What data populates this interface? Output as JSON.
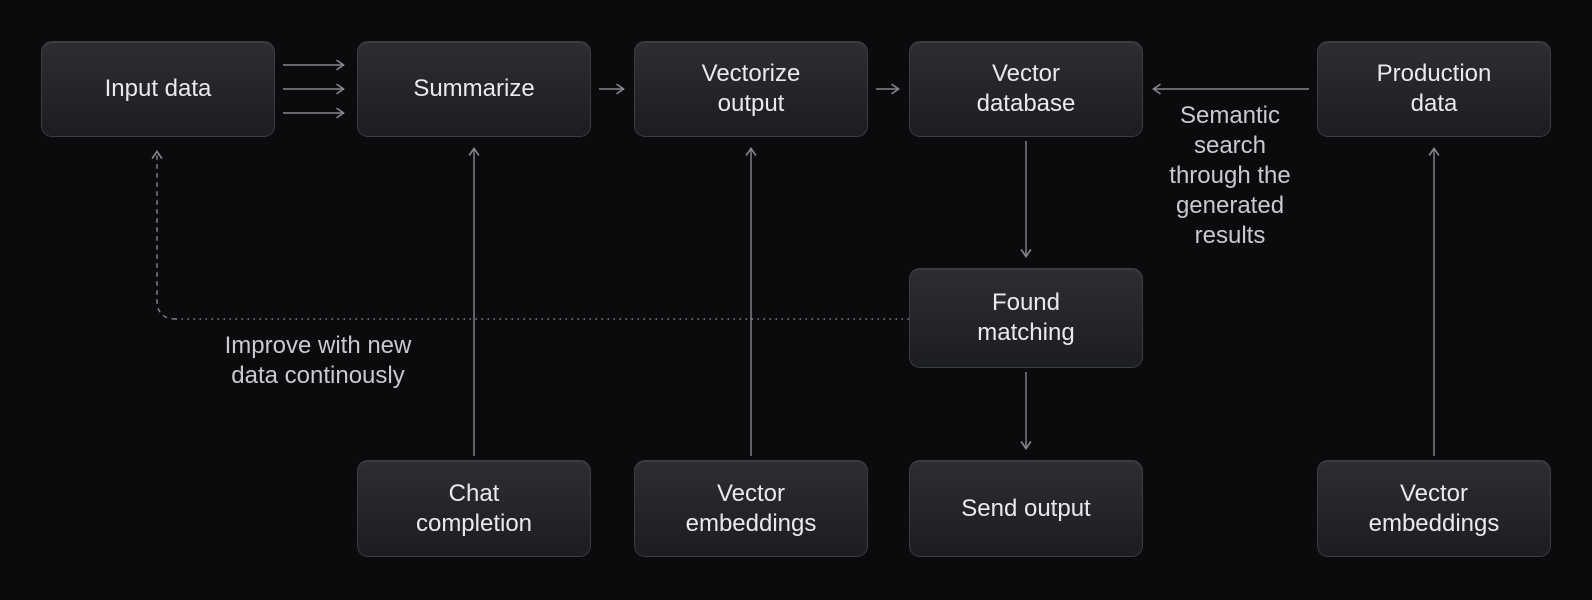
{
  "nodes": {
    "input_data": {
      "label": "Input data"
    },
    "summarize": {
      "label": "Summarize"
    },
    "vectorize_output": {
      "label": "Vectorize\noutput"
    },
    "vector_database": {
      "label": "Vector\ndatabase"
    },
    "production_data": {
      "label": "Production\ndata"
    },
    "found_matching": {
      "label": "Found\nmatching"
    },
    "chat_completion": {
      "label": "Chat\ncompletion"
    },
    "vector_embeddings_left": {
      "label": "Vector\nembeddings"
    },
    "send_output": {
      "label": "Send output"
    },
    "vector_embeddings_right": {
      "label": "Vector\nembeddings"
    }
  },
  "annotations": {
    "semantic_search": "Semantic\nsearch\nthrough the\ngenerated\nresults",
    "improve": "Improve with new\ndata continously"
  },
  "edges": [
    {
      "from": "input_data",
      "to": "summarize",
      "style": "triple-solid"
    },
    {
      "from": "summarize",
      "to": "vectorize_output",
      "style": "solid"
    },
    {
      "from": "vectorize_output",
      "to": "vector_database",
      "style": "solid"
    },
    {
      "from": "production_data",
      "to": "vector_database",
      "style": "solid",
      "label": "semantic_search"
    },
    {
      "from": "vector_database",
      "to": "found_matching",
      "style": "solid"
    },
    {
      "from": "found_matching",
      "to": "send_output",
      "style": "solid"
    },
    {
      "from": "chat_completion",
      "to": "summarize",
      "style": "solid"
    },
    {
      "from": "vector_embeddings_left",
      "to": "vectorize_output",
      "style": "solid"
    },
    {
      "from": "vector_embeddings_right",
      "to": "production_data",
      "style": "solid"
    },
    {
      "from": "found_matching",
      "to": "input_data",
      "style": "dashed",
      "label": "improve"
    }
  ],
  "colors": {
    "background": "#0b0b0d",
    "node_fill_top": "#2c2e32",
    "node_fill_bottom": "#1c1d20",
    "node_border": "#3a3d42",
    "node_text": "#e9eaec",
    "annotation_text": "#c8cacd",
    "arrow": "#85878c"
  }
}
